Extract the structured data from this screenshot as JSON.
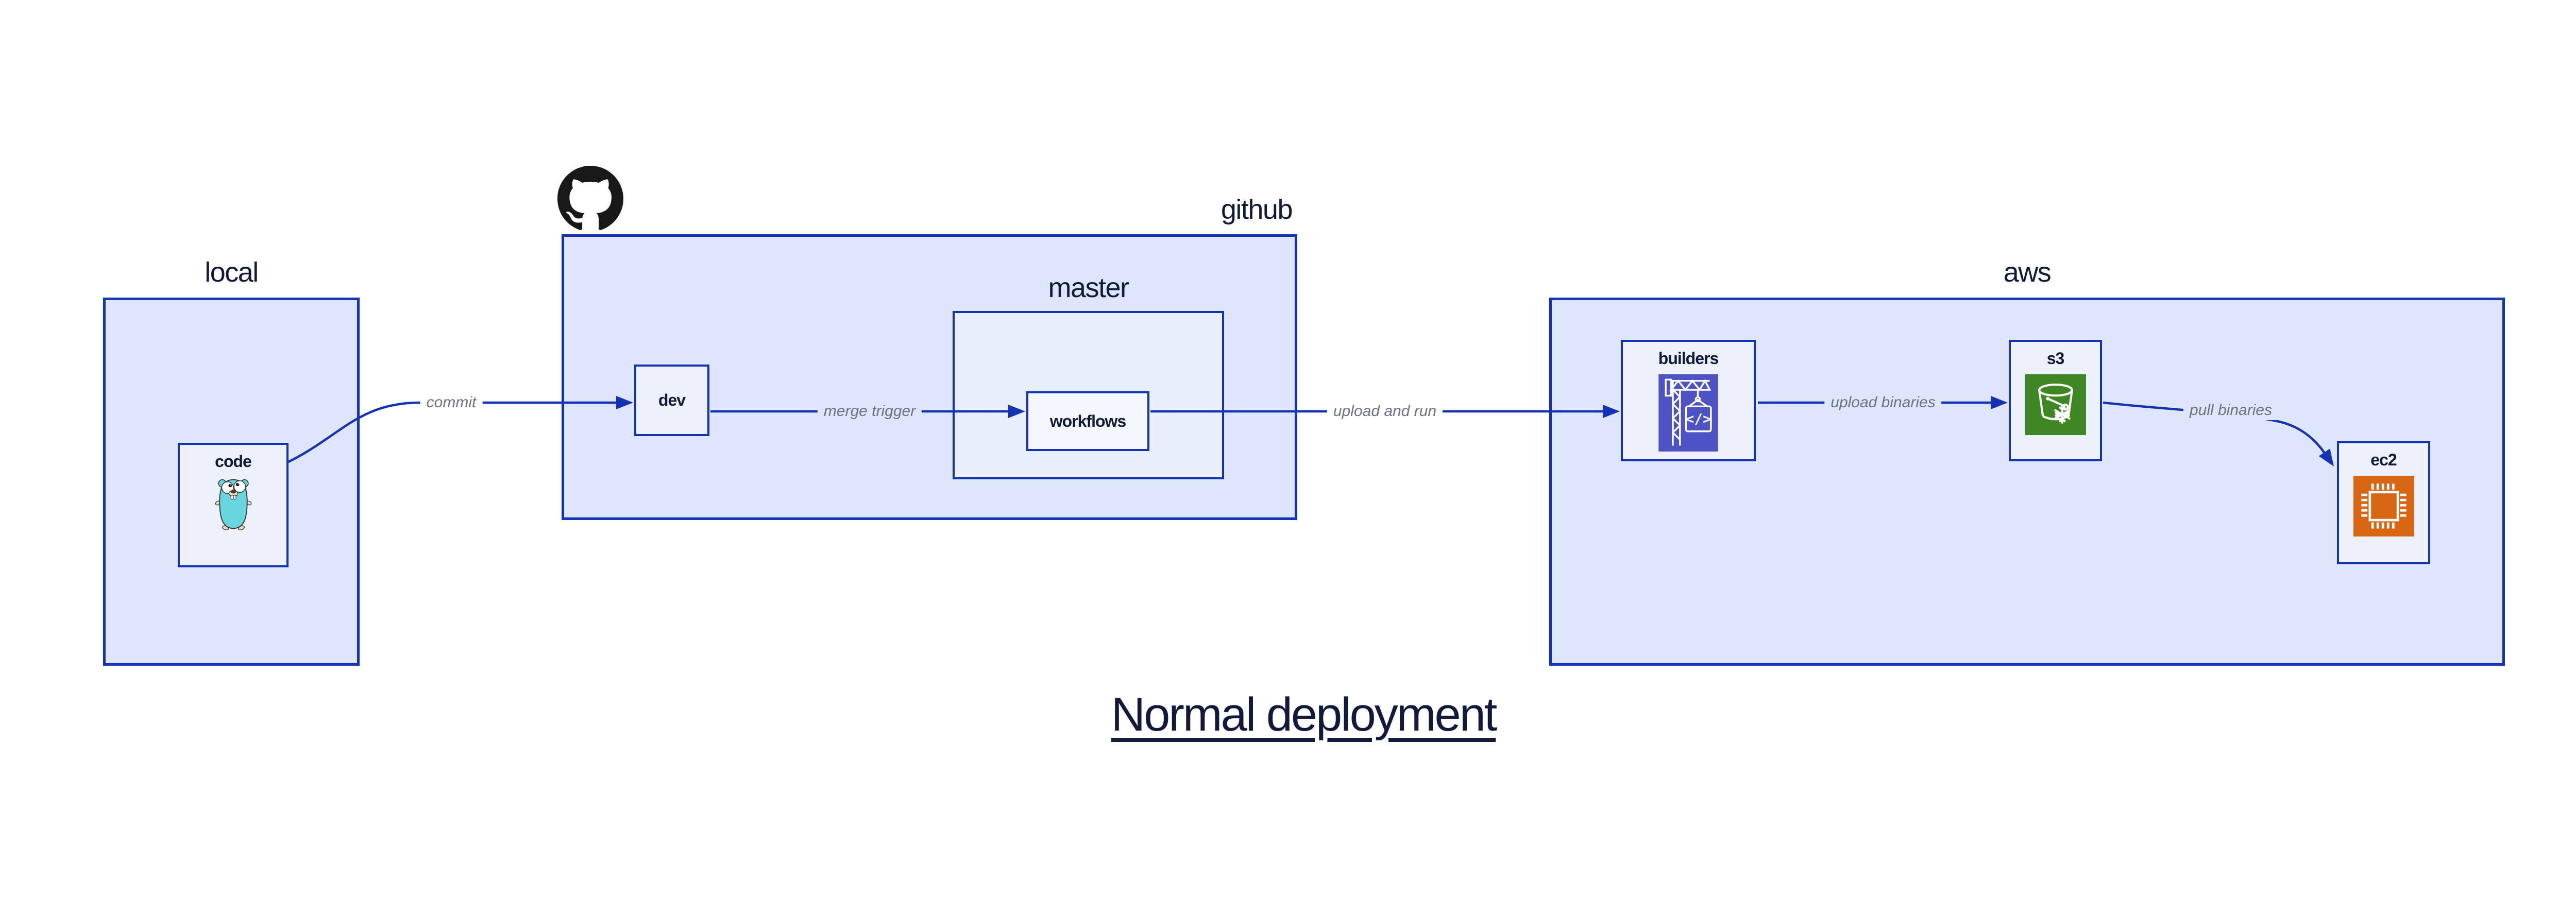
{
  "title": {
    "text": "Normal deployment"
  },
  "containers": {
    "local": {
      "label": "local"
    },
    "github": {
      "label": "github"
    },
    "aws": {
      "label": "aws"
    },
    "master": {
      "label": "master"
    }
  },
  "nodes": {
    "code": {
      "label": "code",
      "icon": "go-gopher-icon"
    },
    "dev": {
      "label": "dev"
    },
    "workflows": {
      "label": "workflows"
    },
    "builders": {
      "label": "builders",
      "icon": "aws-codebuild-crane-icon"
    },
    "s3": {
      "label": "s3",
      "icon": "aws-s3-bucket-icon"
    },
    "ec2": {
      "label": "ec2",
      "icon": "aws-ec2-chip-icon"
    }
  },
  "edges": {
    "commit": {
      "label": "commit"
    },
    "merge_trigger": {
      "label": "merge trigger"
    },
    "upload_and_run": {
      "label": "upload and run"
    },
    "upload_binaries": {
      "label": "upload binaries"
    },
    "pull_binaries": {
      "label": "pull binaries"
    }
  },
  "icons": {
    "logo": "github-octocat-icon"
  },
  "colors": {
    "accent_blue": "#1233b5",
    "container_fill": "#dfe5fa",
    "master_fill": "#e9eefc",
    "node_fill": "#edf1fc",
    "workflows_fill": "#f4f7fd",
    "ink": "#111a3a",
    "edge_label_gray": "#6b7280",
    "codebuild_purple": "#4d53c2",
    "s3_green": "#3f8624",
    "ec2_orange": "#d86613",
    "gopher_teal": "#67d6e0"
  }
}
